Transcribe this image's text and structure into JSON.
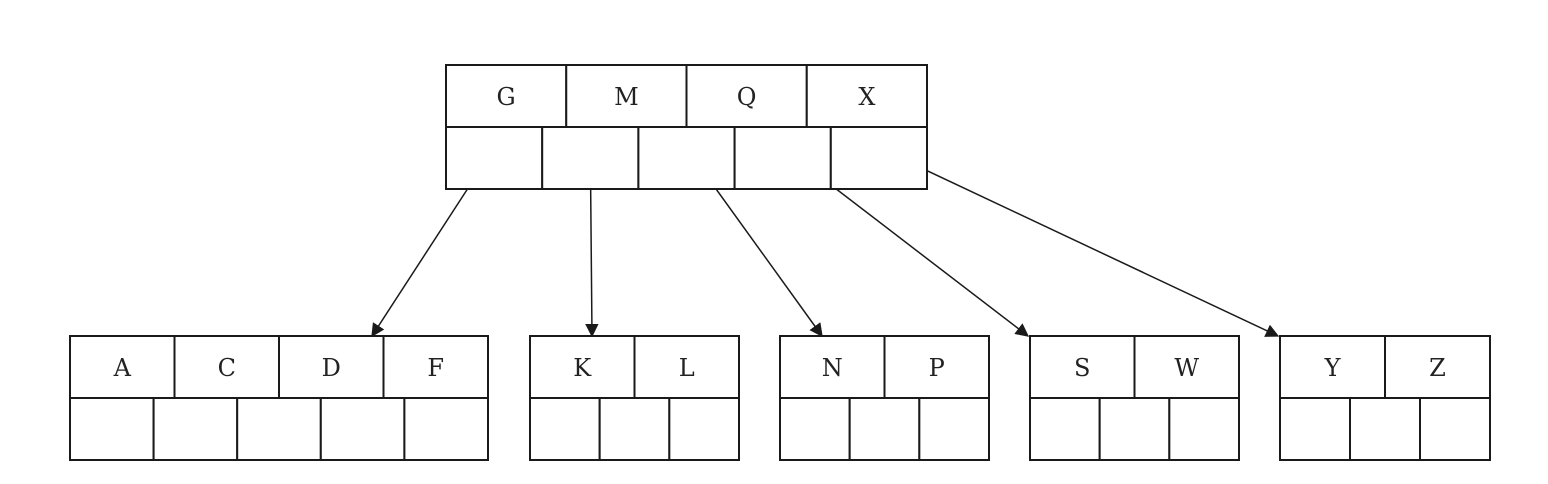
{
  "root": {
    "keys": [
      "G",
      "M",
      "Q",
      "X"
    ]
  },
  "children": [
    {
      "keys": [
        "A",
        "C",
        "D",
        "F"
      ]
    },
    {
      "keys": [
        "K",
        "L"
      ]
    },
    {
      "keys": [
        "N",
        "P"
      ]
    },
    {
      "keys": [
        "S",
        "W"
      ]
    },
    {
      "keys": [
        "Y",
        "Z"
      ]
    }
  ],
  "edges": [
    {
      "from_pointer": 0,
      "to_child": 0
    },
    {
      "from_pointer": 1,
      "to_child": 1
    },
    {
      "from_pointer": 2,
      "to_child": 2
    },
    {
      "from_pointer": 3,
      "to_child": 3
    },
    {
      "from_pointer": 4,
      "to_child": 4
    }
  ],
  "colors": {
    "line": "#1a1a1a",
    "text": "#222222",
    "background": "#ffffff"
  }
}
